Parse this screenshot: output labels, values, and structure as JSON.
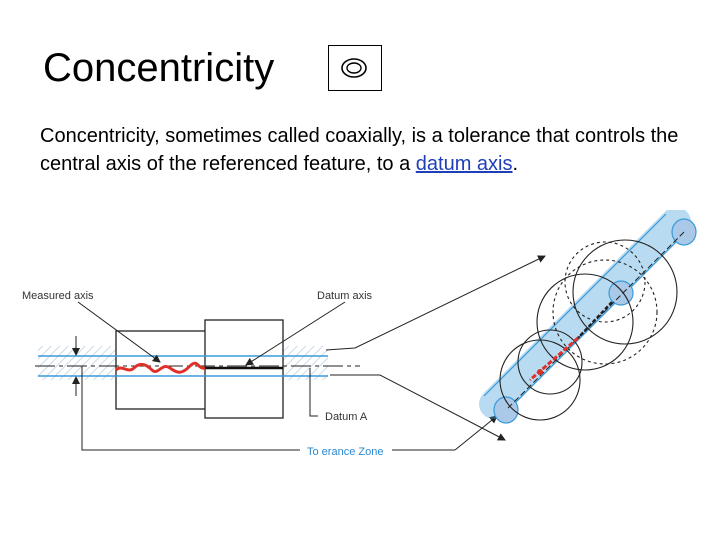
{
  "slide": {
    "title": "Concentricity",
    "symbol_icon": "concentricity-symbol-icon",
    "paragraph": {
      "text_before_link": "Concentricity, sometimes called coaxially, is a tolerance that controls the central axis of the referenced feature, to a ",
      "link_text": "datum axis",
      "text_after_link": "."
    }
  },
  "diagram": {
    "labels": {
      "measured_axis": "Measured axis",
      "datum_axis": "Datum axis",
      "datum_a": "Datum A",
      "tolerance_zone": "To erance Zone"
    },
    "colors": {
      "measured_axis": "#e0302a",
      "tolerance_band": "#3a9ad9",
      "tolerance_fill": "#aac8e8",
      "tolerance_label": "#2a8ad0"
    }
  }
}
